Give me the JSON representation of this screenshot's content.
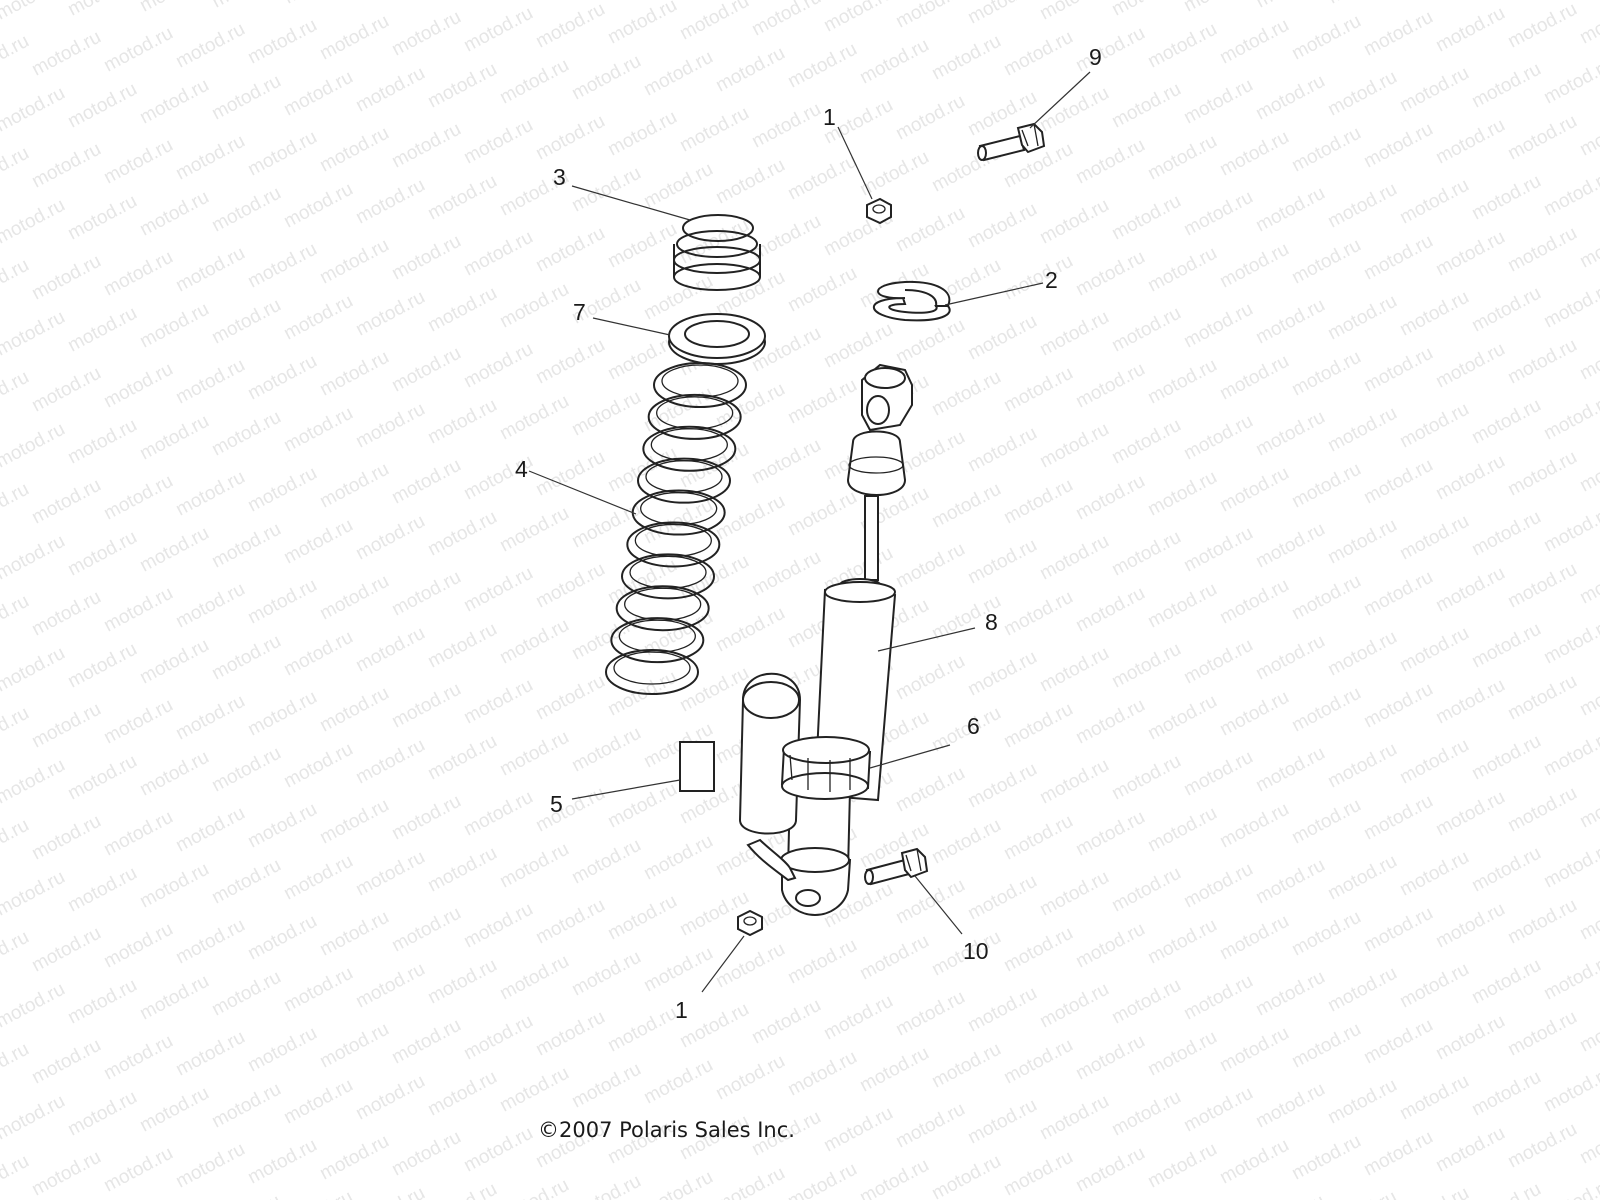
{
  "watermark": {
    "text": "motod.ru",
    "color": "#e6e6e6"
  },
  "copyright": "©2007 Polaris Sales Inc.",
  "callouts": [
    {
      "id": "nut-top",
      "label": "1"
    },
    {
      "id": "split-collar",
      "label": "2"
    },
    {
      "id": "small-spring",
      "label": "3"
    },
    {
      "id": "main-spring",
      "label": "4"
    },
    {
      "id": "decal",
      "label": "5"
    },
    {
      "id": "adjuster-ring",
      "label": "6"
    },
    {
      "id": "spring-adapter",
      "label": "7"
    },
    {
      "id": "shock-body",
      "label": "8"
    },
    {
      "id": "bolt-top",
      "label": "9"
    },
    {
      "id": "bolt-bottom",
      "label": "10"
    },
    {
      "id": "nut-bottom",
      "label": "1"
    }
  ]
}
